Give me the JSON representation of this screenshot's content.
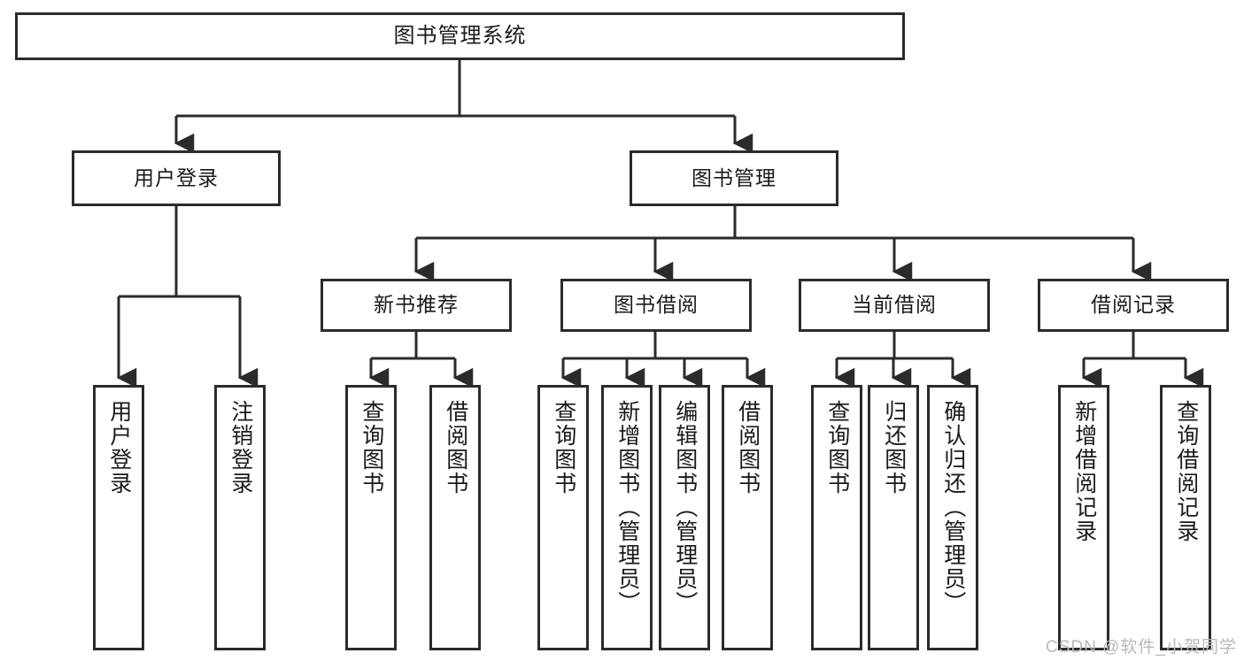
{
  "diagram": {
    "title": "图书管理系统",
    "type": "tree",
    "watermark": "CSDN @软件_小贺同学",
    "colors": {
      "box_border": "#2b2b2b",
      "box_fill": "#ffffff",
      "connector": "#2b2b2b",
      "text": "#1a1a1a",
      "watermark": "#b9b9b9",
      "background": "#ffffff"
    }
  },
  "nodes": {
    "root": {
      "label": "图书管理系统"
    },
    "level2": [
      {
        "label": "用户登录"
      },
      {
        "label": "图书管理"
      }
    ],
    "level3": [
      {
        "label": "新书推荐"
      },
      {
        "label": "图书借阅"
      },
      {
        "label": "当前借阅"
      },
      {
        "label": "借阅记录"
      }
    ],
    "leaves": {
      "user_login": [
        {
          "label": "用户登录"
        },
        {
          "label": "注销登录"
        }
      ],
      "new_book_recommend": [
        {
          "label": "查询图书"
        },
        {
          "label": "借阅图书"
        }
      ],
      "book_borrow": [
        {
          "label": "查询图书"
        },
        {
          "label": "新增图书（管理员）"
        },
        {
          "label": "编辑图书（管理员）"
        },
        {
          "label": "借阅图书"
        }
      ],
      "current_borrow": [
        {
          "label": "查询图书"
        },
        {
          "label": "归还图书"
        },
        {
          "label": "确认归还（管理员）"
        }
      ],
      "borrow_record": [
        {
          "label": "新增借阅记录"
        },
        {
          "label": "查询借阅记录"
        }
      ]
    }
  }
}
